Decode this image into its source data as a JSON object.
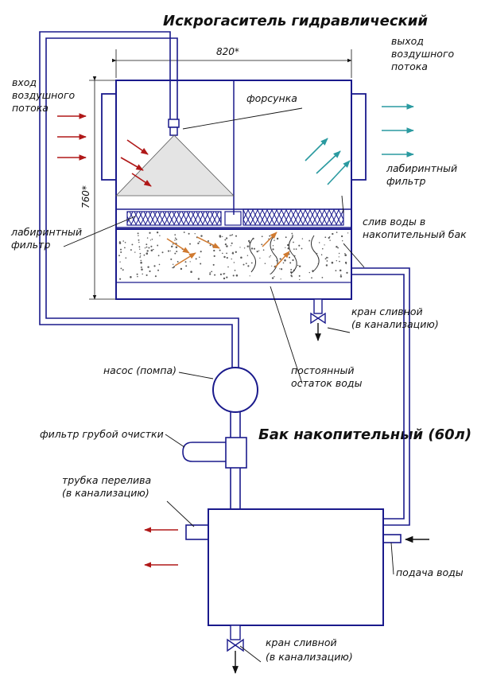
{
  "title": "Искрогаситель гидравлический",
  "tank_title": "Бак накопительный (60л)",
  "dimensions": {
    "width": "820*",
    "height": "760*"
  },
  "labels": {
    "inlet": [
      "вход",
      "воздушного",
      "потока"
    ],
    "outlet": [
      "выход",
      "воздушного",
      "потока"
    ],
    "nozzle": "форсунка",
    "labyrinth_right": [
      "лабиринтный",
      "фильтр"
    ],
    "labyrinth_left": [
      "лабиринтный",
      "фильтр"
    ],
    "drain_to_tank": [
      "слив воды в",
      "накопительный бак"
    ],
    "drain_valve_top": [
      "кран сливной",
      "(в канализацию)"
    ],
    "residual_water": [
      "постоянный",
      "остаток воды"
    ],
    "pump": "насос (помпа)",
    "coarse_filter": "фильтр грубой очистки",
    "overflow": [
      "трубка перелива",
      "(в канализацию)"
    ],
    "water_supply": "подача воды",
    "drain_valve_bottom": [
      "кран сливной",
      "(в канализацию)"
    ]
  },
  "colors": {
    "structure": "#1a1a8c",
    "lines": "#111111",
    "red_arrow": "#b01818",
    "teal_arrow": "#2a9aa0",
    "orange_arrow": "#d07a30",
    "dots": "#5a5a5a"
  }
}
